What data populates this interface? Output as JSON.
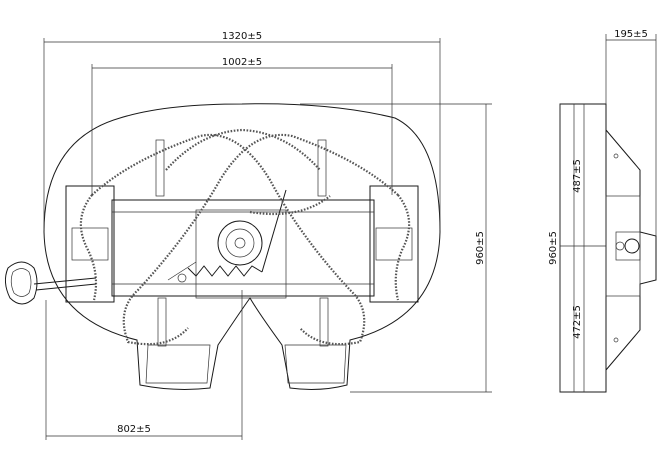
{
  "drawing": {
    "front_view": {
      "overall_width": "1320±5",
      "inner_width": "1002±5",
      "height": "960±5",
      "rear_offset": "802±5"
    },
    "side_view": {
      "depth": "195±5",
      "height": "960±5",
      "upper_section": "487±5",
      "lower_section": "472±5"
    }
  },
  "colors": {
    "line": "#1a1a1a",
    "chain": "#555555",
    "background": "#ffffff"
  }
}
